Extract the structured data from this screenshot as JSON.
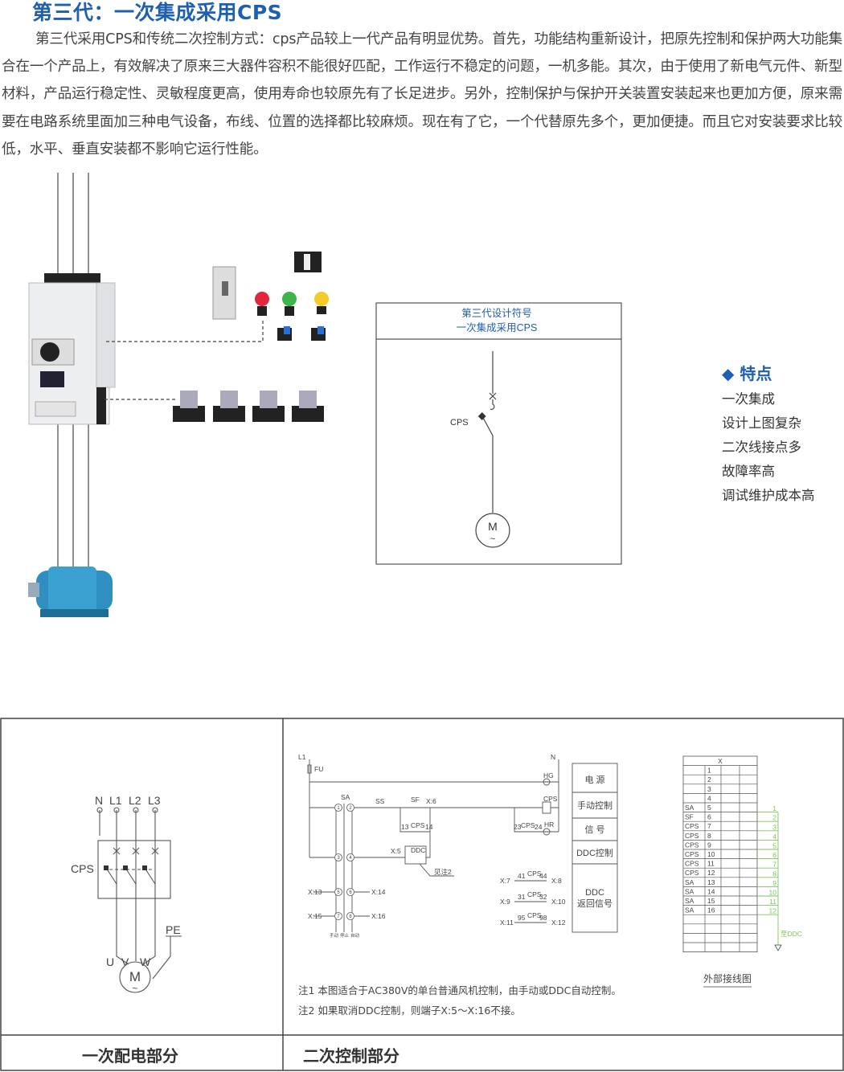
{
  "title": "第三代：一次集成采用CPS",
  "paragraph": "第三代采用CPS和传统二次控制方式：cps产品较上一代产品有明显优势。首先，功能结构重新设计，把原先控制和保护两大功能集合在一个产品上，有效解决了原来三大器件容积不能很好匹配，工作运行不稳定的问题，一机多能。其次，由于使用了新电气元件、新型材料，产品运行稳定性、灵敏程度更高，使用寿命也较原先有了长足进步。另外，控制保护与保护开关装置安装起来也更加方便，原来需要在电路系统里面加三种电气设备，布线、位置的选择都比较麻烦。现在有了它，一个代替原先多个，更加便捷。而且它对安装要求比较低，水平、垂直安装都不影响它运行性能。",
  "symbol_box": {
    "line1": "第三代设计符号",
    "line2": "一次集成采用CPS",
    "cps_label": "CPS",
    "motor": "M",
    "motor_sub": "~"
  },
  "features": {
    "heading": "特点",
    "bullet": "◆",
    "items": [
      "一次集成",
      "设计上图复杂",
      "二次线接点多",
      "故障率高",
      "调试维护成本高"
    ]
  },
  "primary": {
    "n": "N",
    "l1": "L1",
    "l2": "L2",
    "l3": "L3",
    "cps": "CPS",
    "pe": "PE",
    "u": "U",
    "v": "V",
    "w": "W",
    "motor": "M",
    "motor_sub": "~"
  },
  "secondary": {
    "l1": "L1",
    "n": "N",
    "fu": "FU",
    "hg": "HG",
    "sa": "SA",
    "ss": "SS",
    "sf": "SF",
    "x6": "X:6",
    "cps_coil": "CPS",
    "c13": "13",
    "cps_a": "CPS",
    "c14": "14",
    "c23": "23",
    "cps_b": "CPS",
    "c24": "24",
    "hr": "HR",
    "x5": "X:5",
    "ddc": "DDC",
    "see_note2": "见注2",
    "sa_contacts": [
      "1",
      "2",
      "3",
      "4",
      "5",
      "6",
      "7",
      "8"
    ],
    "x13": "X:13",
    "x14": "X:14",
    "x15": "X:15",
    "x16": "X:16",
    "mode_manual": "手动",
    "mode_stop": "停止",
    "mode_auto": "自动",
    "aux": [
      {
        "l": "X:7",
        "a": "41",
        "c": "CPS",
        "b": "44",
        "r": "X:8"
      },
      {
        "l": "X:9",
        "a": "31",
        "c": "CPS",
        "b": "32",
        "r": "X:10"
      },
      {
        "l": "X:11",
        "a": "95",
        "c": "CPS",
        "b": "98",
        "r": "X:12"
      }
    ],
    "legend": [
      "电 源",
      "手动控制",
      "信 号",
      "DDC控制",
      "DDC",
      "返回信号"
    ]
  },
  "terminal": {
    "header": "X",
    "rows": [
      [
        "",
        ""
      ],
      [
        "",
        "1"
      ],
      [
        "",
        "2"
      ],
      [
        "",
        "3"
      ],
      [
        "",
        "4"
      ],
      [
        "SA",
        "5"
      ],
      [
        "SF",
        "6"
      ],
      [
        "CPS",
        "7"
      ],
      [
        "CPS",
        "8"
      ],
      [
        "CPS",
        "9"
      ],
      [
        "CPS",
        "10"
      ],
      [
        "CPS",
        "11"
      ],
      [
        "CPS",
        "12"
      ],
      [
        "SA",
        "13"
      ],
      [
        "SA",
        "14"
      ],
      [
        "SA",
        "15"
      ],
      [
        "SA",
        "16"
      ],
      [
        "",
        ""
      ],
      [
        "",
        ""
      ],
      [
        "",
        ""
      ],
      [
        "",
        ""
      ]
    ],
    "wires": [
      "1",
      "2",
      "3",
      "4",
      "5",
      "6",
      "7",
      "8",
      "9",
      "10",
      "11",
      "12"
    ],
    "to_ddc": "至DDC",
    "caption": "外部接线图",
    "wire_color": "#7dc35b"
  },
  "notes": [
    "注1 本图适合于AC380V的单台普通风机控制，由手动或DDC自动控制。",
    "注2 如果取消DDC控制，则端子X:5～X:16不接。"
  ],
  "footer": {
    "left": "一次配电部分",
    "right": "二次控制部分"
  },
  "colors": {
    "accent": "#1f5fb0",
    "line": "#555555"
  }
}
